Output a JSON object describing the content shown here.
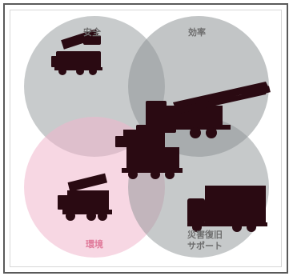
{
  "diagram": {
    "circles": [
      {
        "id": "safety",
        "label": "安全",
        "fill": "#9aa0a2",
        "opacity": 0.55
      },
      {
        "id": "efficiency",
        "label": "効率",
        "fill": "#8f9598",
        "opacity": 0.55
      },
      {
        "id": "environment",
        "label": "環境",
        "fill": "#f0b7cc",
        "opacity": 0.55
      },
      {
        "id": "disaster",
        "label": "災害復旧\nサポート",
        "fill": "#8e9496",
        "opacity": 0.5
      }
    ],
    "colors": {
      "frame_border": "#5a5a5a",
      "vehicle_silhouette": "#2a0a12",
      "label_gray": "#6e6e6e",
      "label_pink": "#e07a9a"
    },
    "icons": [
      "crane-truck-icon",
      "aerial-ladder-truck-icon",
      "crane-truck-icon",
      "crane-truck-icon",
      "box-truck-icon"
    ]
  }
}
